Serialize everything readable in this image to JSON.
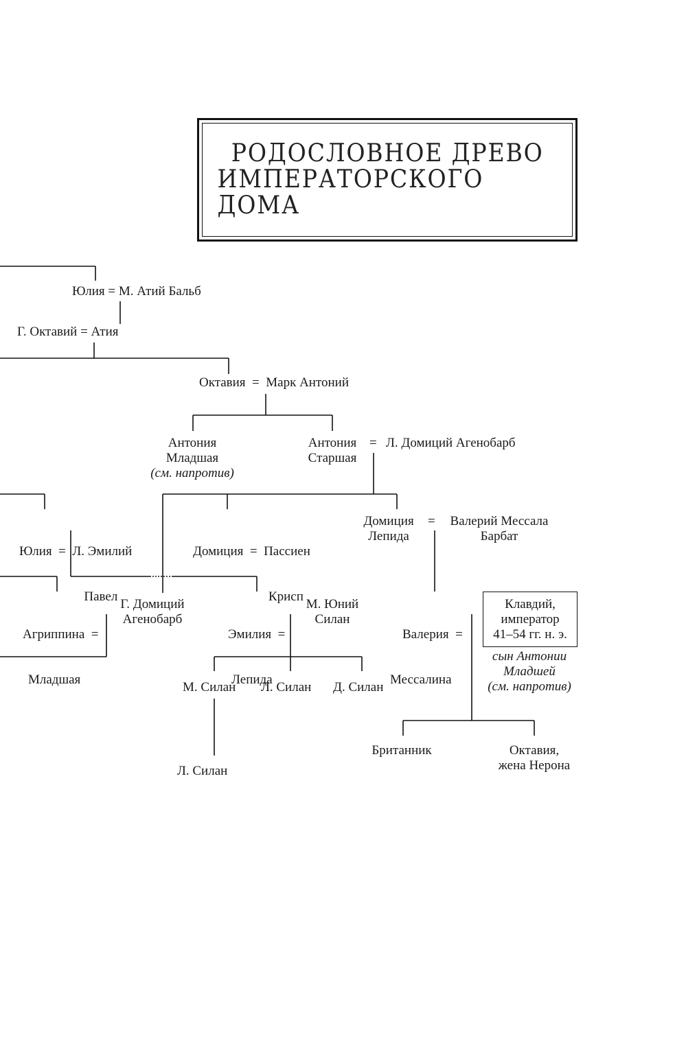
{
  "title": {
    "line1": "РОДОСЛОВНОЕ ДРЕВО",
    "line2": "ИМПЕРАТОРСКОГО ДОМА"
  },
  "people": {
    "julia_balbus": "Юлия = М. Атий Бальб",
    "octavius_atia": "Г. Октавий = Атия",
    "octavia_antony": "Октавия  =  Марк Антоний",
    "antonia_minor": [
      "Антония",
      "Младшая",
      "(см. напротив)"
    ],
    "antonia_major": [
      "Антония",
      "Старшая"
    ],
    "eq": "=",
    "domitius": "Л. Домиций Агенобарб",
    "julia_paullus": [
      "Юлия  =  Л. Эмилий",
      "Павел"
    ],
    "domitia_crispus": [
      "Домиция  =  Пассиен",
      "Крисп"
    ],
    "domitia_lepida": [
      "Домиция",
      "Лепида"
    ],
    "messala": [
      "Валерий Мессала",
      "Барбат"
    ],
    "agrippina": [
      "Агриппина  =",
      "Младшая"
    ],
    "gn_domitius": [
      "Г. Домиций",
      "Агенобарб"
    ],
    "aemilia": [
      "Эмилия  =",
      "Лепида"
    ],
    "silanus": [
      "М. Юний",
      "Силан"
    ],
    "messalina": [
      "Валерия  =",
      "Мессалина"
    ],
    "claudius": [
      "Клавдий,",
      "император",
      "41–54 гг. н. э."
    ],
    "claudius_note": [
      "сын Антонии",
      "Младшей",
      "(см. напротив)"
    ],
    "m_silanus": "М. Силан",
    "l_silanus": "Л. Силан",
    "d_silanus": "Д. Силан",
    "l_silanus2": "Л. Силан",
    "britannicus": "Британник",
    "octavia_nero": [
      "Октавия,",
      "жена Нерона"
    ]
  }
}
